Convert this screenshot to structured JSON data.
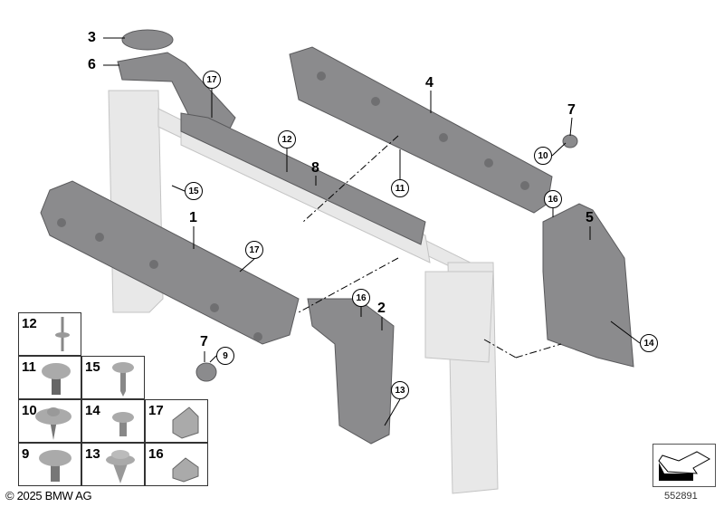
{
  "callouts": [
    {
      "id": "3",
      "style": "plain"
    },
    {
      "id": "6",
      "style": "plain"
    },
    {
      "id": "17",
      "style": "circle"
    },
    {
      "id": "4",
      "style": "plain"
    },
    {
      "id": "7",
      "style": "plain"
    },
    {
      "id": "10",
      "style": "circle"
    },
    {
      "id": "12",
      "style": "circle"
    },
    {
      "id": "8",
      "style": "plain"
    },
    {
      "id": "11",
      "style": "circle"
    },
    {
      "id": "15",
      "style": "circle"
    },
    {
      "id": "16",
      "style": "circle"
    },
    {
      "id": "5",
      "style": "plain"
    },
    {
      "id": "1",
      "style": "plain"
    },
    {
      "id": "17",
      "style": "circle"
    },
    {
      "id": "16",
      "style": "circle"
    },
    {
      "id": "2",
      "style": "plain"
    },
    {
      "id": "7",
      "style": "plain"
    },
    {
      "id": "9",
      "style": "circle"
    },
    {
      "id": "14",
      "style": "circle"
    },
    {
      "id": "13",
      "style": "circle"
    }
  ],
  "fastener_grid": [
    {
      "id": "12",
      "part": "rivet"
    },
    {
      "id": "11",
      "part": "plug-bolt"
    },
    {
      "id": "15",
      "part": "screw"
    },
    {
      "id": "10",
      "part": "washer-screw"
    },
    {
      "id": "14",
      "part": "short-screw"
    },
    {
      "id": "17",
      "part": "clip-nut"
    },
    {
      "id": "9",
      "part": "collar-screw"
    },
    {
      "id": "13",
      "part": "expanding-rivet"
    },
    {
      "id": "16",
      "part": "clip-nut-small"
    }
  ],
  "copyright": "© 2025 BMW AG",
  "diagram_number": "552891",
  "colors": {
    "part": "#8a8a8c",
    "frame": "#e6e6e6",
    "line": "#000000"
  }
}
